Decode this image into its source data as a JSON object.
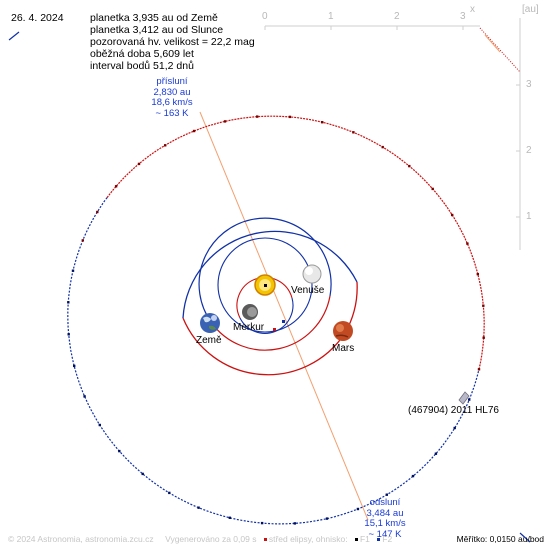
{
  "date": "26. 4. 2024",
  "info_lines": [
    "planetka 3,935 au od Země",
    "planetka 3,412 au od Slunce",
    "pozorovaná hv. velikost = 22,2 mag",
    "oběžná doba 5,609 let",
    "interval bodů 51,2 dnů"
  ],
  "axis_corner_x": "x",
  "axis_corner_unit": "[au]",
  "x_ticks": [
    "0",
    "1",
    "2",
    "3"
  ],
  "y_ticks": [
    "3",
    "2",
    "1"
  ],
  "perihelion": {
    "name": "přísluní",
    "distance": "2,830 au",
    "speed": "18,6 km/s",
    "size": "~ 163 K"
  },
  "aphelion": {
    "name": "odsluní",
    "distance": "3,484 au",
    "speed": "15,1 km/s",
    "size": "~ 147 K"
  },
  "planets": {
    "venus": "Venuše",
    "mercury": "Merkur",
    "earth": "Země",
    "mars": "Mars"
  },
  "asteroid_label": "(467904) 2011 HL76",
  "footer": {
    "copyright": "© 2024 Astronomia, astronomia.zcu.cz",
    "generated": "Vygenerováno za 0,09 s",
    "ellipse_center": "střed elipsy, ohnisko:",
    "f1": "F1",
    "f2": "F2"
  },
  "scale_text": "Měřítko: 0,0150 au/bod",
  "colors": {
    "asteroid_orbit": "#1030a8",
    "mars_orbit": "#cc1111",
    "earth_orbit": "#1030a8",
    "venus_orbit": "#1030a8",
    "mercury_orbit": "#cc1111",
    "apsis_line": "#f4a070",
    "label_blue": "#1a3bd6"
  }
}
